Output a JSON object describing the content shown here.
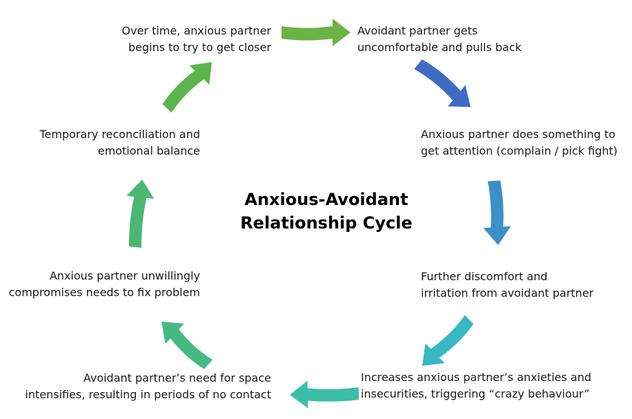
{
  "title": {
    "line1": "Anxious-Avoidant",
    "line2": "Relationship Cycle"
  },
  "steps": [
    {
      "id": "s1",
      "line1": "Avoidant partner gets",
      "line2": "uncomfortable and pulls back"
    },
    {
      "id": "s2",
      "line1": "Anxious partner does something to",
      "line2": "get attention (complain / pick fight)"
    },
    {
      "id": "s3",
      "line1": "Further discomfort and",
      "line2": "irritation from avoidant partner"
    },
    {
      "id": "s4",
      "line1": "Increases anxious partner’s anxieties and",
      "line2": "insecurities, triggering “crazy behaviour”"
    },
    {
      "id": "s5",
      "line1": "Avoidant partner’s need for space",
      "line2": "intensifies, resulting in periods of no contact"
    },
    {
      "id": "s6",
      "line1": "Anxious partner unwillingly",
      "line2": "compromises needs to fix problem"
    },
    {
      "id": "s7",
      "line1": "Temporary reconciliation and",
      "line2": "emotional balance"
    },
    {
      "id": "s8",
      "line1": "Over time, anxious partner",
      "line2": "begins to try to get closer"
    }
  ],
  "arrows": [
    {
      "name": "arrow-top",
      "color": "#6ab344"
    },
    {
      "name": "arrow-upper-right",
      "color": "#3f6bc4"
    },
    {
      "name": "arrow-right",
      "color": "#3d8fc8"
    },
    {
      "name": "arrow-lower-right",
      "color": "#37b8c2"
    },
    {
      "name": "arrow-bottom",
      "color": "#3cbfa6"
    },
    {
      "name": "arrow-lower-left",
      "color": "#46b985"
    },
    {
      "name": "arrow-left",
      "color": "#4cb771"
    },
    {
      "name": "arrow-upper-left",
      "color": "#5cb54c"
    }
  ]
}
